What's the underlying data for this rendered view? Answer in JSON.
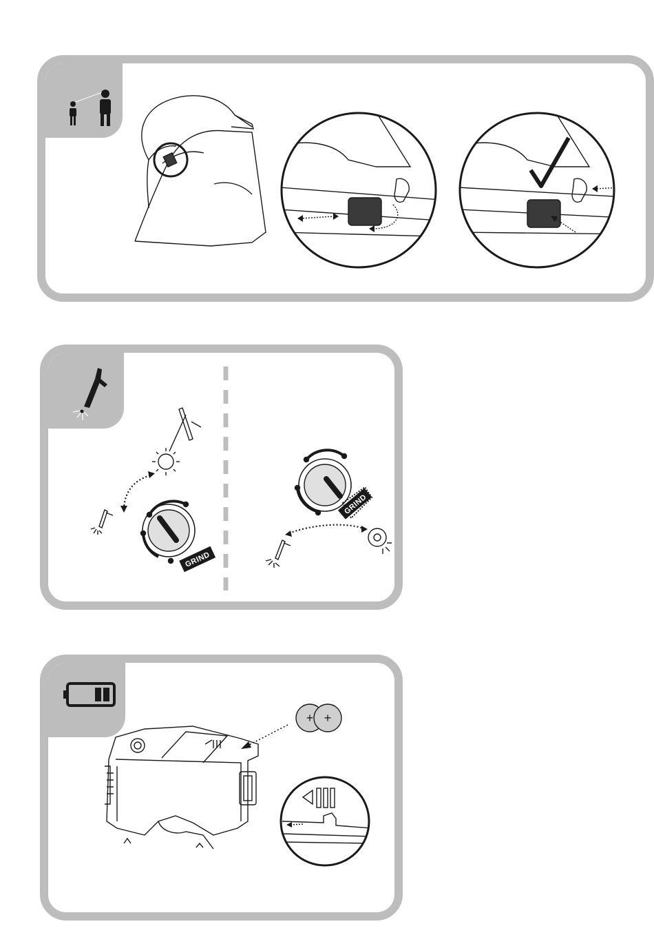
{
  "colors": {
    "panel_border": "#bdbdbd",
    "ink": "#1a1a1a",
    "knob_fill": "#e0e0e0",
    "coin_fill": "#cfcfcf",
    "dark_part": "#3a3a3a"
  },
  "panel_fit": {
    "icon": "person-size-icon",
    "illustrations": [
      "helmet-side-view",
      "headband-adjust-zoom",
      "headband-locked-zoom"
    ]
  },
  "panel_mode": {
    "icon": "welding-torch-icon",
    "left": {
      "knob_label": "GRIND"
    },
    "right": {
      "knob_label": "GRIND"
    }
  },
  "panel_battery": {
    "icon": "battery-low-icon",
    "coin_symbols": [
      "+",
      "+"
    ]
  }
}
